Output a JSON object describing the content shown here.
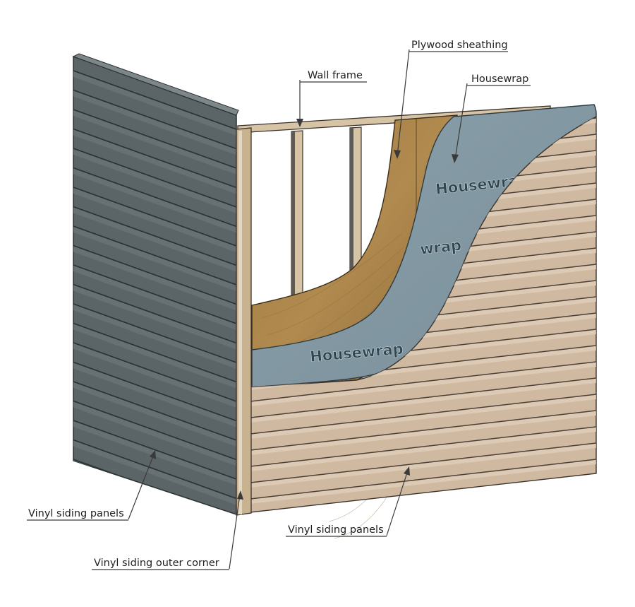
{
  "labels": {
    "plywood": "Plywood sheathing",
    "wall_frame": "Wall frame",
    "housewrap": "Housewrap",
    "vinyl_left": "Vinyl siding panels",
    "vinyl_right": "Vinyl siding panels",
    "outer_corner": "Vinyl siding outer corner"
  },
  "wrap_print": {
    "top": "Housewrap",
    "middle": "wrap",
    "bottom": "Housewrap"
  },
  "colors": {
    "dark_siding": "#5b6467",
    "dark_siding_line": "#2b3133",
    "beige_siding": "#cfb9a0",
    "beige_line": "#4a3f36",
    "frame_wood": "#d7c4a7",
    "plywood": "#a57f44",
    "housewrap": "#8095a0",
    "corner_post": "#c9b28f"
  }
}
